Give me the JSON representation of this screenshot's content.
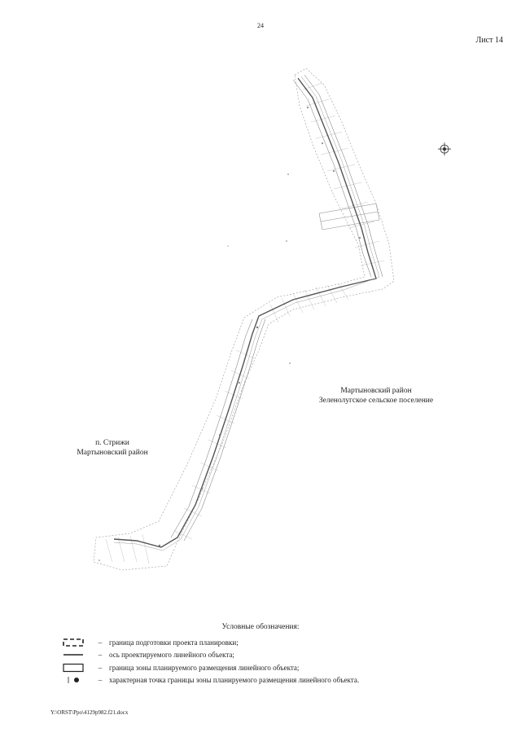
{
  "header": {
    "page_number": "24",
    "sheet_label": "Лист 14"
  },
  "map": {
    "labels": [
      {
        "line1": "Мартыновский район",
        "line2": "Зеленолугское сельское поселение"
      },
      {
        "line1": "п. Стрижи",
        "line2": "Мартыновский район"
      }
    ],
    "north_arrow_icon": "compass-rose-icon"
  },
  "legend": {
    "title": "Условные обозначения:",
    "dash": "–",
    "items": [
      {
        "icon": "dashed-boundary-icon",
        "text": "граница подготовки проекта планировки;"
      },
      {
        "icon": "solid-line-icon",
        "text": "ось проектируемого линейного объекта;"
      },
      {
        "icon": "rectangle-boundary-icon",
        "text": "граница зоны планируемого размещения линейного объекта;"
      },
      {
        "icon": "point-marker-icon",
        "text": "характерная точка границы зоны планируемого размещения линейного объекта."
      }
    ]
  },
  "footer": {
    "file_path": "Y:\\ORST\\Ppo\\4129p982.f21.docx"
  }
}
